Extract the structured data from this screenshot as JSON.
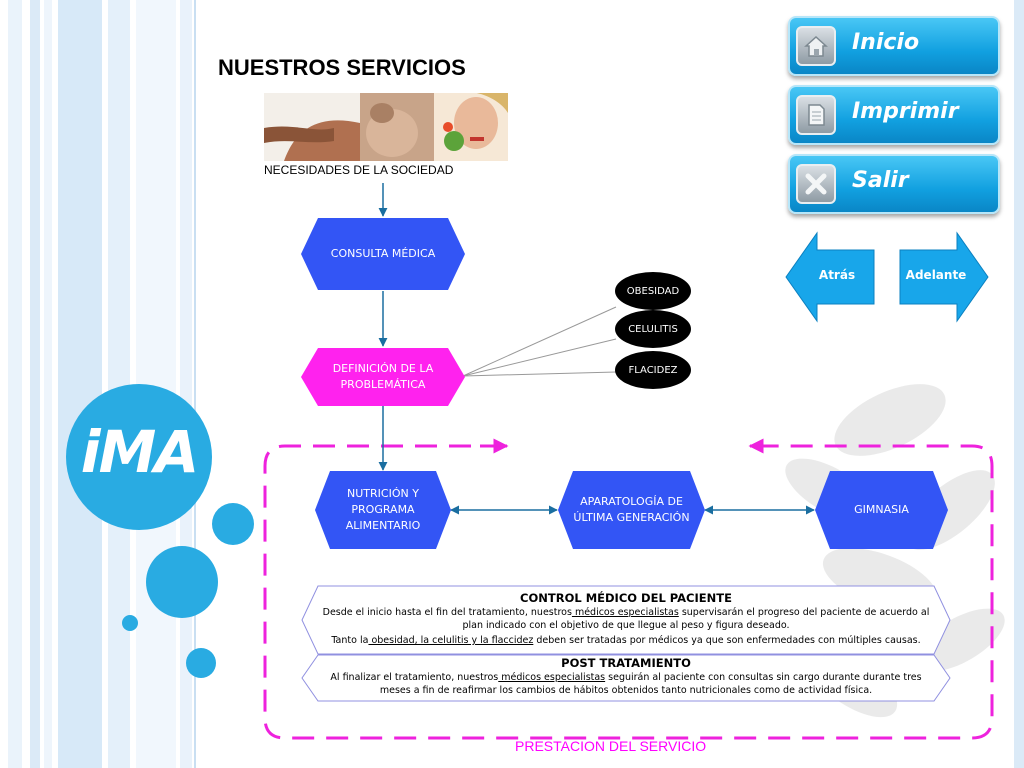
{
  "page": {
    "title": "NUESTROS SERVICIOS",
    "footer": "PRESTACION DEL SERVICIO",
    "logo_text": "iMA"
  },
  "header_image": {
    "caption": "NECESIDADES DE LA SOCIEDAD"
  },
  "flow": {
    "consulta": "CONSULTA MÉDICA",
    "definicion": "DEFINICIÓN DE LA PROBLEMÁTICA",
    "problems": [
      "OBESIDAD",
      "CELULITIS",
      "FLACIDEZ"
    ],
    "services": [
      "NUTRICIÓN Y PROGRAMA ALIMENTARIO",
      "APARATOLOGÍA DE ÚLTIMA GENERACIÓN",
      "GIMNASIA"
    ]
  },
  "control": {
    "heading": "CONTROL MÉDICO DEL PACIENTE",
    "text1_a": "Desde el inicio hasta el fin del tratamiento, nuestros",
    "text1_link": " médicos especialistas",
    "text1_b": " supervisarán el progreso del paciente de acuerdo al plan indicado con el objetivo de que llegue al peso y figura deseado.",
    "text2_a": "Tanto la",
    "text2_link": " obesidad, la celulitis y la flaccidez",
    "text2_b": " deben ser tratadas por médicos ya que son enfermedades con múltiples causas."
  },
  "post": {
    "heading": "POST TRATAMIENTO",
    "text_a": "Al finalizar el tratamiento, nuestros",
    "text_link": " médicos especialistas",
    "text_b": " seguirán al paciente con consultas sin cargo durante durante tres meses a fin de reafirmar los cambios de hábitos obtenidos tanto nutricionales como de actividad física."
  },
  "nav": {
    "inicio": "Inicio",
    "imprimir": "Imprimir",
    "salir": "Salir",
    "atras": "Atrás",
    "adelante": "Adelante"
  },
  "colors": {
    "hexagon_blue": "#3355f5",
    "hexagon_magenta": "#ff22ee",
    "dash_magenta": "#ee22dd",
    "nav_blue": "#11a0e0"
  }
}
